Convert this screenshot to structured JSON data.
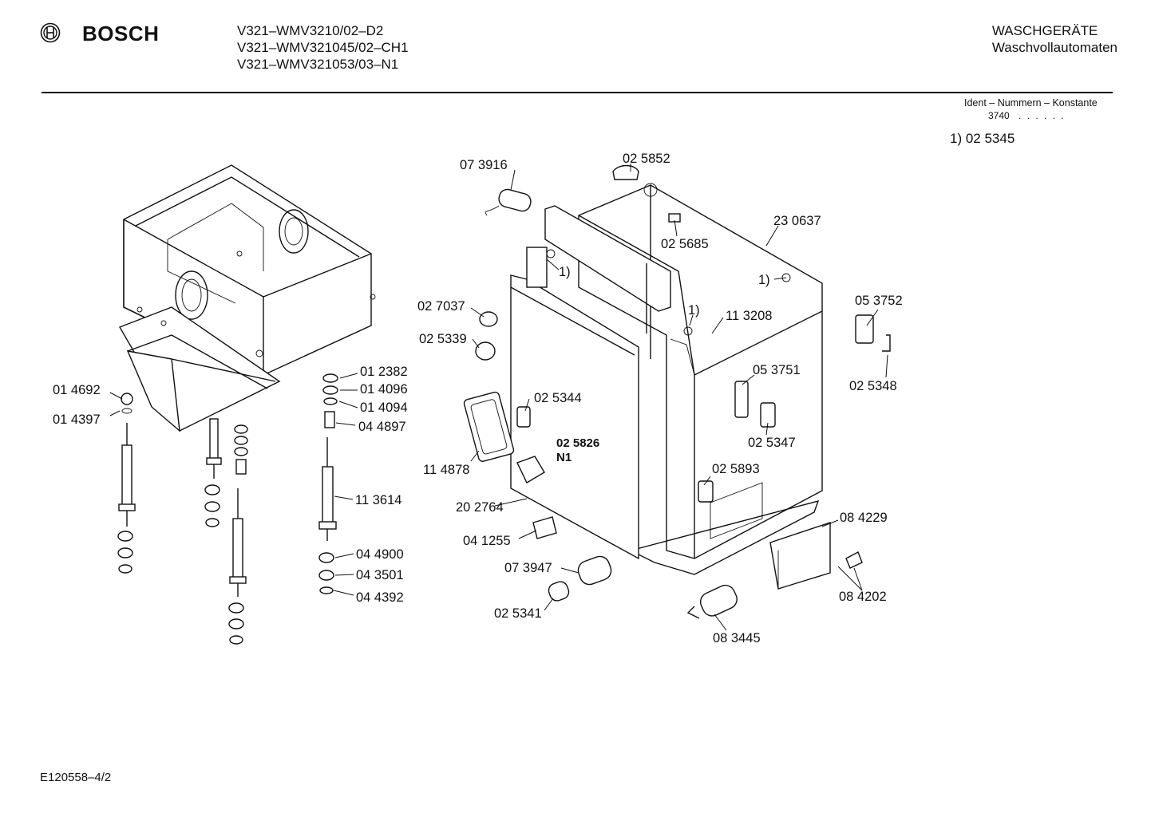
{
  "header": {
    "brand": "BOSCH",
    "models": [
      "V321–WMV3210/02–D2",
      "V321–WMV321045/02–CH1",
      "V321–WMV321053/03–N1"
    ],
    "category_title": "WASCHGERÄTE",
    "category_subtitle": "Waschvollautomaten"
  },
  "ident": {
    "title": "Ident – Nummern – Konstante",
    "number": "3740",
    "dots": ". . . . . ."
  },
  "footnote": "1) 02 5345",
  "document_ref": "E120558–4/2",
  "parts": {
    "p073916": "07 3916",
    "p025852": "02 5852",
    "p230637": "23 0637",
    "p025685": "02 5685",
    "fn_1a": "1)",
    "fn_1b": "1)",
    "fn_1c": "1)",
    "p053752": "05 3752",
    "p027037": "02 7037",
    "p113208": "11 3208",
    "p025339": "02 5339",
    "p053751": "05 3751",
    "p025348": "02 5348",
    "p025344": "02 5344",
    "p025826": "02  5826",
    "n1": "N1",
    "p025347": "02 5347",
    "p114878": "11 4878",
    "p025893": "02 5893",
    "p202764": "20 2764",
    "p084229": "08 4229",
    "p041255": "04 1255",
    "p073947": "07 3947",
    "p084202": "08 4202",
    "p025341": "02 5341",
    "p083445": "08 3445",
    "p012382": "01 2382",
    "p014096": "01 4096",
    "p014692": "01 4692",
    "p014094": "01 4094",
    "p014397": "01 4397",
    "p044897": "04 4897",
    "p113614": "11 3614",
    "p044900": "04 4900",
    "p043501": "04 3501",
    "p044392": "04 4392"
  }
}
